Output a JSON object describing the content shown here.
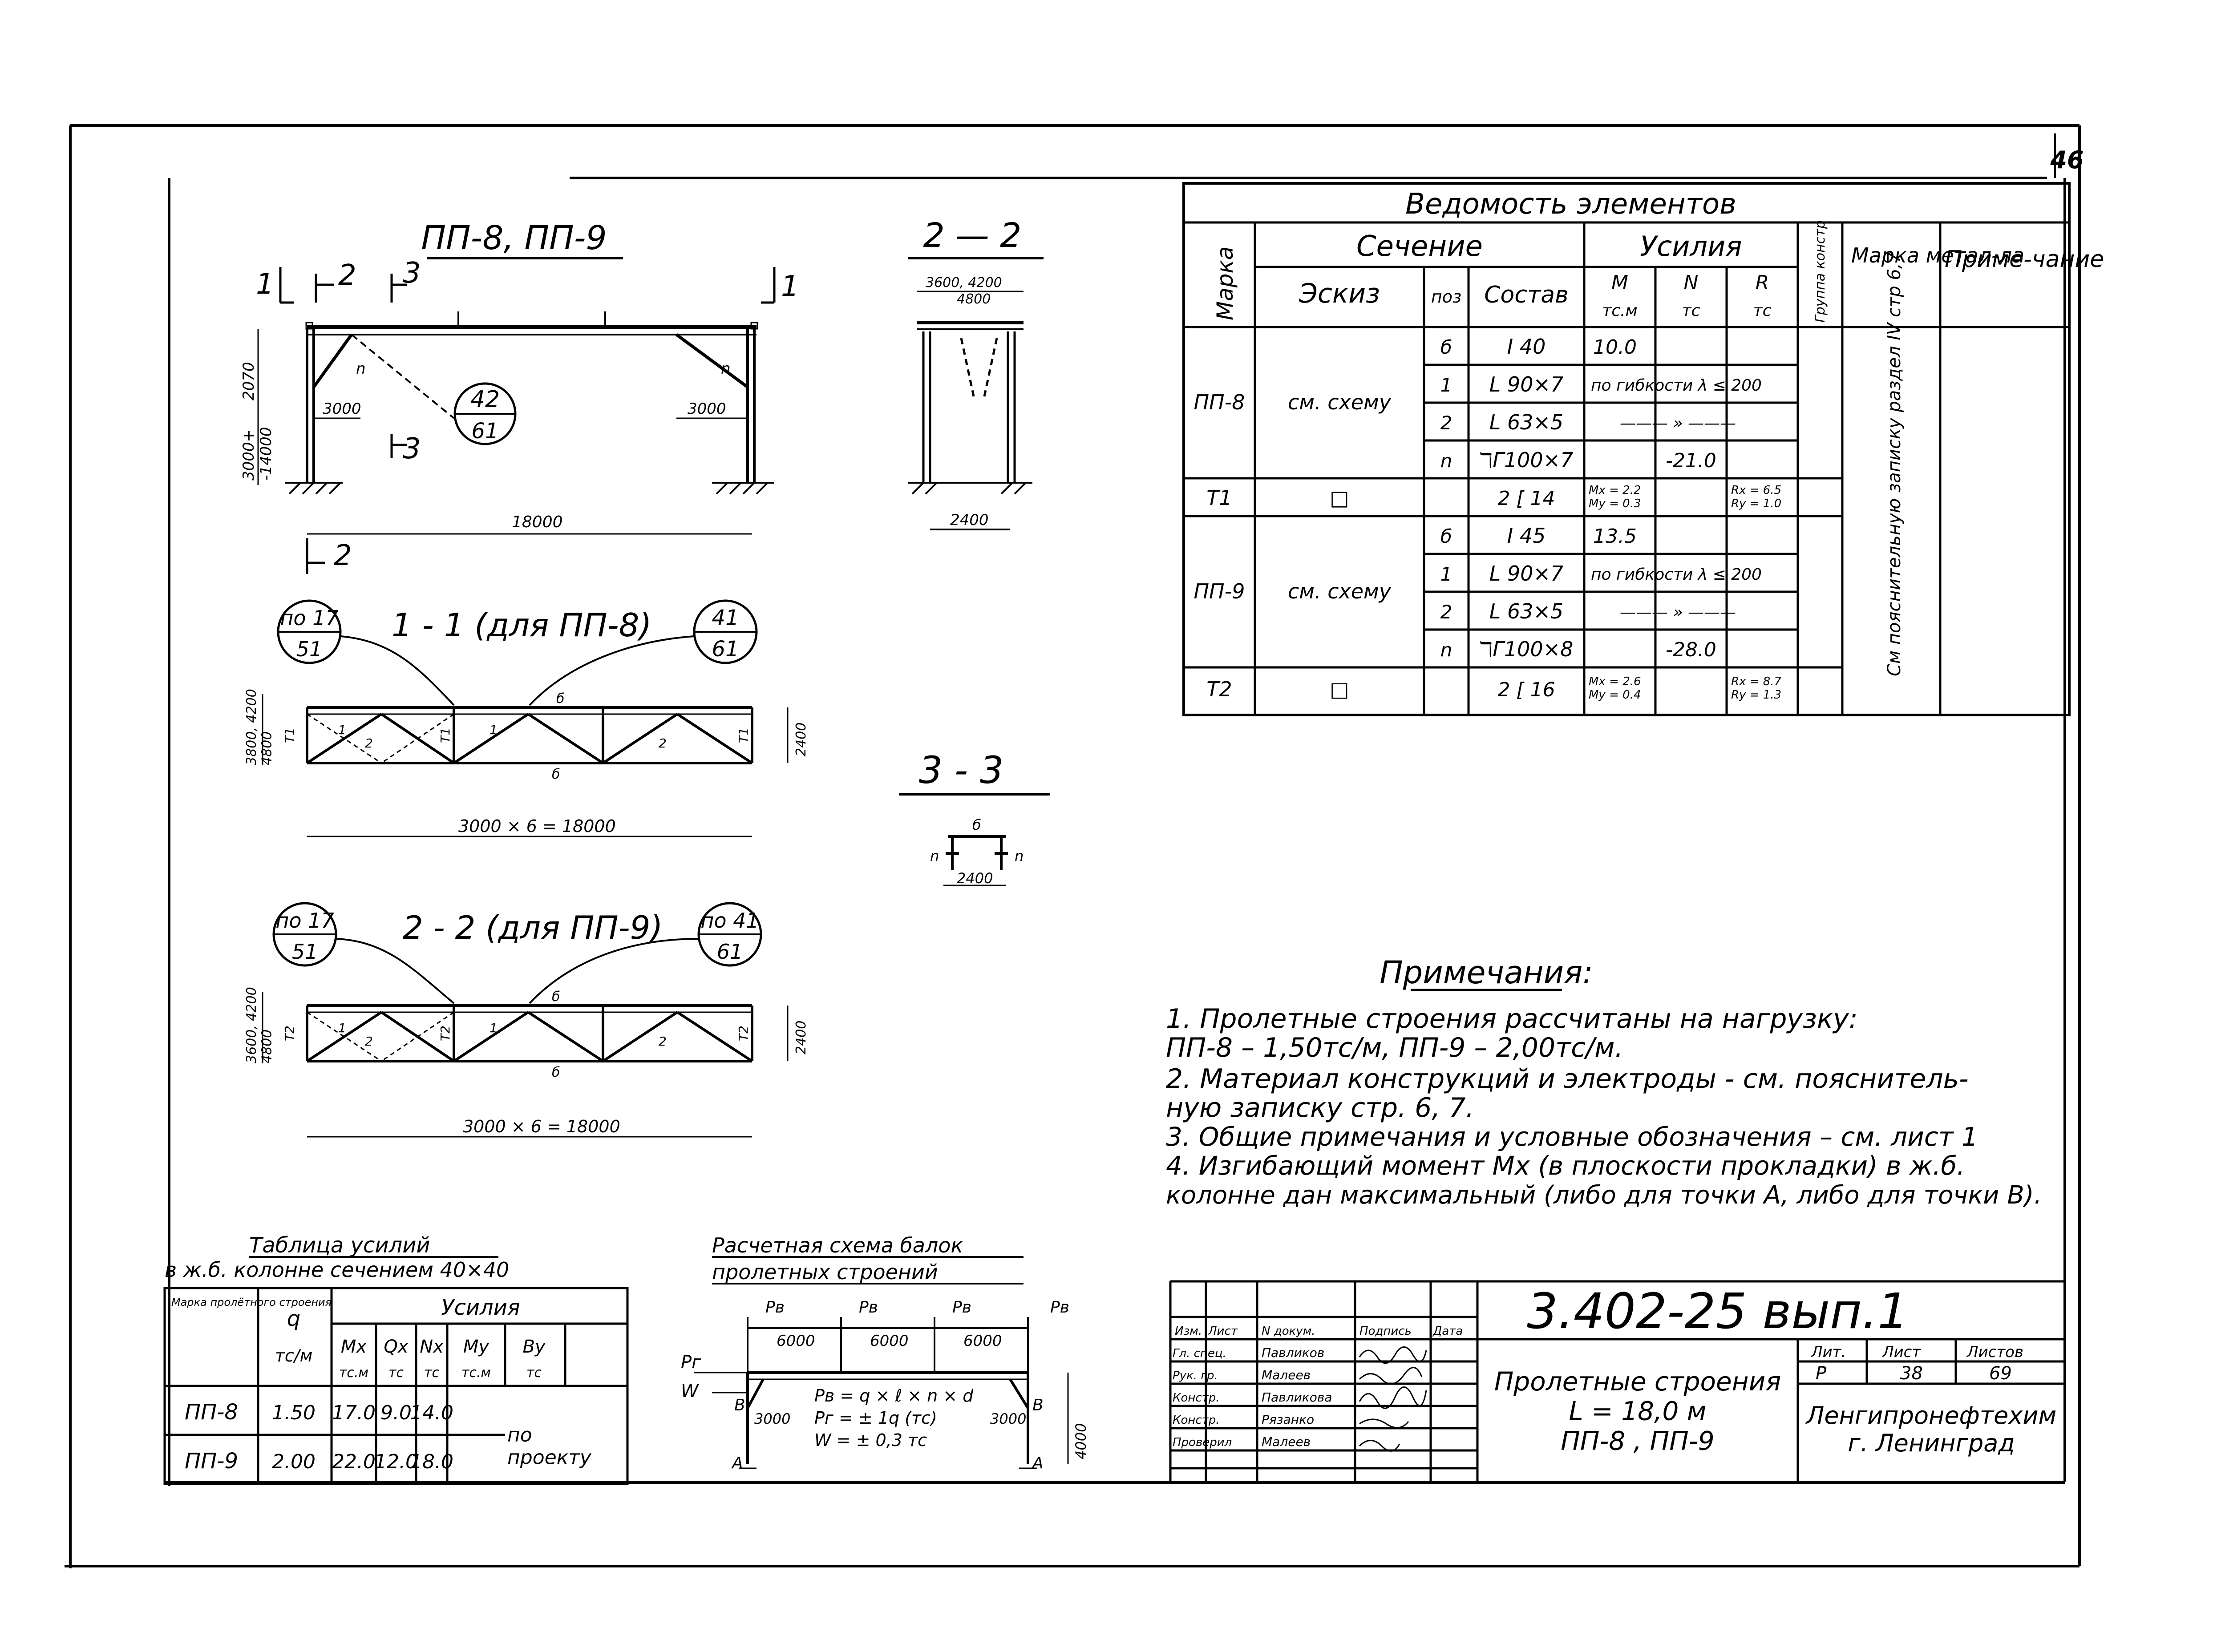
{
  "sheet_number": "46",
  "elevation": {
    "title": "ПП-8, ПП-9",
    "section_marks": [
      "1",
      "2",
      "3",
      "1",
      "3",
      "2"
    ],
    "dims": {
      "height_top": "2070",
      "height_col": "3000+\n-14000",
      "panel_left": "3000",
      "panel_right": "3000",
      "span": "18000"
    },
    "brace_labels": [
      "n",
      "n"
    ],
    "callout": {
      "top": "42",
      "bottom": "61"
    }
  },
  "section_22_small": {
    "title": "2 — 2",
    "dim_top": "3600, 4200",
    "dim_mid": "4800",
    "dim_bottom": "2400"
  },
  "section_33": {
    "title": "3 - 3",
    "labels": [
      "б",
      "n",
      "n"
    ],
    "dim": "2400"
  },
  "plan_11": {
    "title": "1 - 1  (для ПП-8)",
    "callout_left": {
      "top": "по 17",
      "bottom": "51"
    },
    "callout_right": {
      "top": "41",
      "bottom": "61"
    },
    "dim_left": "3800, 4200\n4800",
    "dim_right": "2400",
    "dim_bottom": "3000 × 6 = 18000",
    "member_labels": [
      "Т1",
      "Т1",
      "Т1",
      "б",
      "б",
      "1",
      "1",
      "2",
      "2"
    ]
  },
  "plan_22": {
    "title": "2 - 2 (для ПП-9)",
    "callout_left": {
      "top": "по 17",
      "bottom": "51"
    },
    "callout_right": {
      "top": "по 41",
      "bottom": "61"
    },
    "dim_left": "3600, 4200\n4800",
    "dim_right": "2400",
    "dim_bottom": "3000 × 6 = 18000",
    "member_labels": [
      "Т2",
      "Т2",
      "Т2",
      "б",
      "б",
      "1",
      "1",
      "2",
      "2"
    ]
  },
  "schedule": {
    "title": "Ведомость   элементов",
    "headers": {
      "marka": "Марка",
      "section": "Сечение",
      "sketch": "Эскиз",
      "pos": "поз",
      "composition": "Состав",
      "forces": "Усилия",
      "M": "М",
      "M_unit": "тс.м",
      "N": "N",
      "N_unit": "тс",
      "R": "R",
      "R_unit": "тс",
      "group": "Группа констр",
      "steel": "Марка метал-ла",
      "note": "Приме-чание"
    },
    "rows": [
      {
        "marka": "ПП-8",
        "sketch": "см. схему",
        "pos": "б",
        "comp": "I 40",
        "M": "10.0",
        "N": "",
        "R": ""
      },
      {
        "marka": "",
        "sketch": "",
        "pos": "1",
        "comp": "L 90×7",
        "M": "по гибкости λ ≤ 200",
        "N": "",
        "R": ""
      },
      {
        "marka": "",
        "sketch": "",
        "pos": "2",
        "comp": "L 63×5",
        "M": "——— » ———",
        "N": "",
        "R": ""
      },
      {
        "marka": "",
        "sketch": "",
        "pos": "n",
        "comp": "ℸΓ100×7",
        "M": "",
        "N": "-21.0",
        "R": ""
      },
      {
        "marka": "Т1",
        "sketch": "□",
        "pos": "",
        "comp": "2 [ 14",
        "M": "Mx = 2.2\nMy = 0.3",
        "N": "",
        "R": "Rx = 6.5\nRy = 1.0"
      },
      {
        "marka": "ПП-9",
        "sketch": "см. схему",
        "pos": "б",
        "comp": "I 45",
        "M": "13.5",
        "N": "",
        "R": ""
      },
      {
        "marka": "",
        "sketch": "",
        "pos": "1",
        "comp": "L 90×7",
        "M": "по гибкости λ ≤ 200",
        "N": "",
        "R": ""
      },
      {
        "marka": "",
        "sketch": "",
        "pos": "2",
        "comp": "L 63×5",
        "M": "——— » ———",
        "N": "",
        "R": ""
      },
      {
        "marka": "",
        "sketch": "",
        "pos": "n",
        "comp": "ℸΓ100×8",
        "M": "",
        "N": "-28.0",
        "R": ""
      },
      {
        "marka": "Т2",
        "sketch": "□",
        "pos": "",
        "comp": "2 [ 16",
        "M": "Mx = 2.6\nMy = 0.4",
        "N": "",
        "R": "Rx = 8.7\nRy = 1.3"
      }
    ],
    "vertical_note": "См пояснительную записку раздел IV стр 6,7"
  },
  "notes": {
    "title": "Примечания:",
    "lines": [
      "1. Пролетные   строения  рассчитаны на  нагрузку:",
      "    ПП-8  –  1,50тс/м,    ПП-9 – 2,00тс/м.",
      "2. Материал   конструкций  и электроды - см. пояснитель-",
      "    ную  записку   стр. 6, 7.",
      "3. Общие  примечания  и условные  обозначения – см. лист 1",
      "4. Изгибающий  момент  Мх (в плоскости прокладки) в ж.б.",
      "    колонне  дан максимальный (либо для точки А, либо для точки В)."
    ]
  },
  "force_table": {
    "title": "Таблица  усилий",
    "subtitle": "в ж.б. колонне сечением 40×40",
    "head": {
      "marka": "Марка пролётного строения",
      "q": "q",
      "q_unit": "тс/м",
      "forces": "Усилия",
      "cols": [
        "Мх",
        "Qх",
        "Nх",
        "Му",
        "Ву"
      ],
      "units": [
        "тс.м",
        "тс",
        "тс",
        "тс.м",
        "тс"
      ]
    },
    "rows": [
      {
        "marka": "ПП-8",
        "q": "1.50",
        "Mx": "17.0",
        "Qx": "9.0",
        "Nx": "14.0"
      },
      {
        "marka": "ПП-9",
        "q": "2.00",
        "Mx": "22.0",
        "Qx": "12.0",
        "Nx": "18.0"
      }
    ],
    "by_project": "по\nпроекту"
  },
  "calc_scheme": {
    "title": "Расчетная  схема  балок",
    "subtitle": "пролетных  строений",
    "loads": [
      "Рв",
      "Рв",
      "Рв",
      "Рв"
    ],
    "dims": [
      "6000",
      "6000",
      "6000"
    ],
    "left_labels": [
      "Рг",
      "W"
    ],
    "panel_dims": [
      "3000",
      "3000"
    ],
    "height": "4000",
    "formulas": [
      "Рв = q × ℓ × n × d",
      "Рг = ± 1q (тс)",
      "W = ± 0,3 тс"
    ],
    "points": [
      "A",
      "B",
      "A",
      "B"
    ]
  },
  "title_block": {
    "code": "3.402-25  вып.1",
    "name": "Пролетные строения\nL = 18,0 м\nПП-8 ,  ПП-9",
    "stage_h": "Лит.",
    "sheet_h": "Лист",
    "sheets_h": "Листов",
    "stage": "Р",
    "sheet": "38",
    "sheets": "69",
    "org": "Ленгипронефтехим\nг. Ленинград",
    "rev_headers": [
      "Изм.",
      "Лист",
      "N докум.",
      "Подпись",
      "Дата"
    ],
    "roles": [
      "Гл. спец.",
      "Рук. гр.",
      "Констр.",
      "Констр.",
      "Проверил"
    ],
    "names": [
      "Павликов",
      "Малеев",
      "Павликова",
      "Рязанко",
      "Малеев"
    ]
  }
}
